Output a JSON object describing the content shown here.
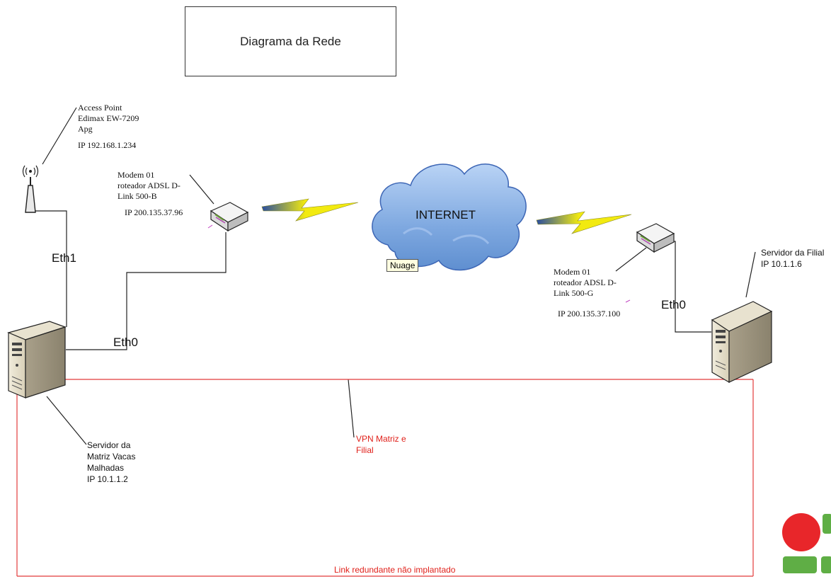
{
  "title": "Diagrama da Rede",
  "cloud": {
    "label": "INTERNET",
    "tag": "Nuage"
  },
  "access_point": {
    "lines": [
      "Access Point",
      "Edimax EW-7209",
      "Apg"
    ],
    "ip": "IP 192.168.1.234"
  },
  "modem_left": {
    "lines": [
      "Modem 01",
      "roteador ADSL D-",
      "Link 500-B"
    ],
    "ip": "IP 200.135.37.96"
  },
  "modem_right": {
    "lines": [
      "Modem 01",
      "roteador ADSL D-",
      "Link 500-G"
    ],
    "ip": "IP 200.135.37.100"
  },
  "server_left": {
    "lines": [
      "Servidor da",
      "Matriz Vacas",
      "Malhadas",
      "IP 10.1.1.2"
    ]
  },
  "server_right": {
    "lines": [
      "Servidor da Filial",
      "IP 10.1.1.6"
    ]
  },
  "interfaces": {
    "eth1": "Eth1",
    "eth0_left": "Eth0",
    "eth0_right": "Eth0"
  },
  "vpn": {
    "lines": [
      "VPN Matriz e",
      "Filial"
    ]
  },
  "redundant_link": "Link redundante não implantado",
  "colors": {
    "vpn_line": "#e23b3b",
    "lightning": "#f2ea10",
    "cloud": "#8db4e8",
    "logo_red": "#e8262a",
    "logo_green": "#5fae45"
  }
}
